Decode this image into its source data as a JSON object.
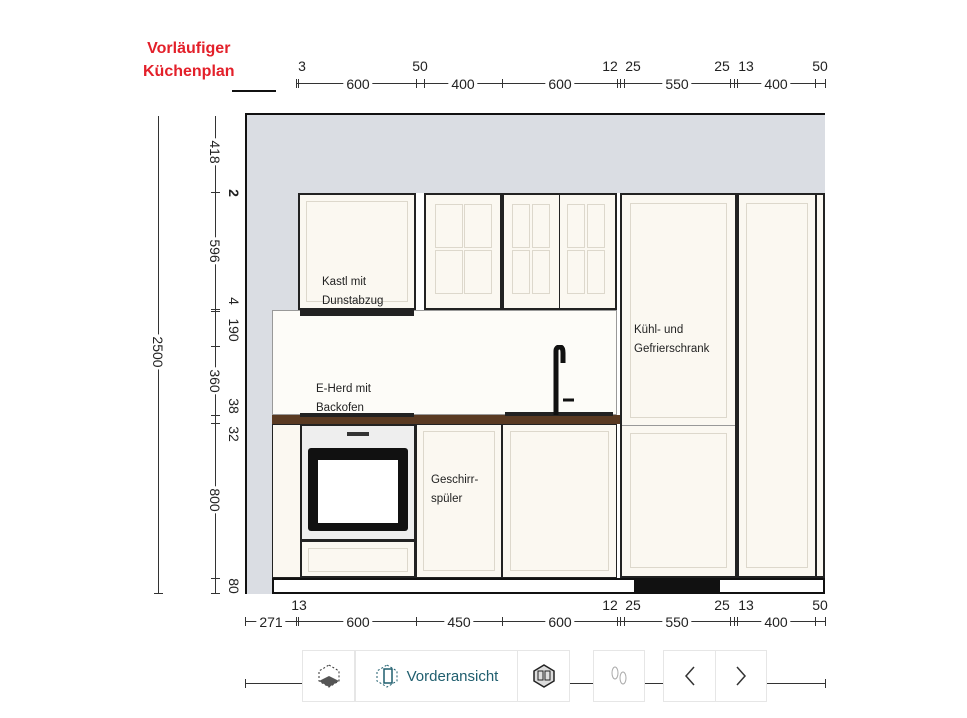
{
  "title": {
    "line1": "Vorläufiger",
    "line2": "Küchenplan"
  },
  "top_dims": {
    "small": [
      "3",
      "50",
      "12",
      "25",
      "25",
      "13",
      "50"
    ],
    "main": [
      "600",
      "400",
      "600",
      "550",
      "400"
    ]
  },
  "bottom_dims": {
    "small": [
      "13",
      "12",
      "25",
      "25",
      "13",
      "50"
    ],
    "main": [
      "271",
      "600",
      "450",
      "600",
      "550",
      "400"
    ]
  },
  "left_dims": {
    "segments": [
      "418",
      "2",
      "596",
      "4",
      "190",
      "360",
      "38",
      "32",
      "800",
      "80"
    ],
    "total": "2500"
  },
  "labels": {
    "hood_cabinet": [
      "Kastl mit",
      "Dunstabzug"
    ],
    "oven": [
      "E-Herd mit",
      "Backofen"
    ],
    "dishwasher": [
      "Geschirr-",
      "spüler"
    ],
    "fridge": [
      "Kühl- und",
      "Gefrierschrank"
    ]
  },
  "toolbar": {
    "view_label": "Vorderansicht",
    "icons": [
      "3d-view-icon",
      "front-view-icon",
      "room-view-icon",
      "footsteps-icon",
      "chevron-left-icon",
      "chevron-right-icon"
    ]
  },
  "colors": {
    "title": "#e3202a",
    "wall": "#dadde3",
    "cabinet": "#fbf8f1",
    "worktop": "#5a3a22",
    "accent": "#1f5e6e"
  }
}
